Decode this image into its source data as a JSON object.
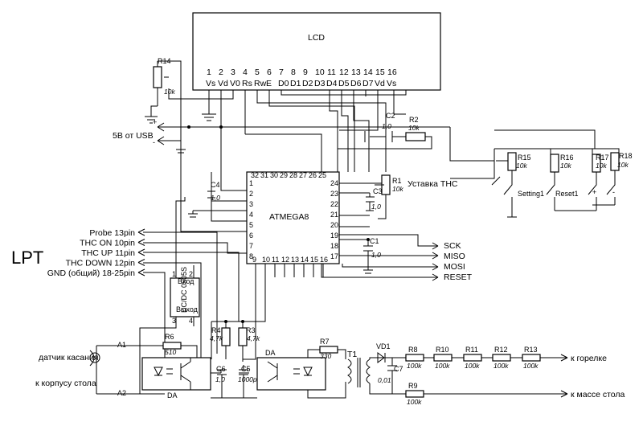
{
  "lcd": {
    "title": "LCD",
    "pin_numbers": [
      "1",
      "2",
      "3",
      "4",
      "5",
      "6",
      "7",
      "8",
      "9",
      "10",
      "11",
      "12",
      "13",
      "14",
      "15",
      "16"
    ],
    "pin_names": [
      "Vs",
      "Vd",
      "V0",
      "Rs",
      "Rw",
      "E",
      "D0",
      "D1",
      "D2",
      "D3",
      "D4",
      "D5",
      "D6",
      "D7",
      "Vd",
      "Vs"
    ]
  },
  "mcu": {
    "name": "ATMEGA8",
    "top_pins": [
      "32",
      "31",
      "30",
      "29",
      "28",
      "27",
      "26",
      "25"
    ],
    "left_pins": [
      "1",
      "2",
      "3",
      "4",
      "5",
      "6",
      "7",
      "8"
    ],
    "right_pins": [
      "24",
      "23",
      "22",
      "21",
      "20",
      "19",
      "18",
      "17"
    ],
    "bottom_pins": [
      "9",
      "10",
      "11",
      "12",
      "13",
      "14",
      "15",
      "16"
    ]
  },
  "power": {
    "usb_label": "5В от USB",
    "plus": "+",
    "minus": "-"
  },
  "components": {
    "r14": {
      "ref": "R14",
      "value": "10k"
    },
    "r2": {
      "ref": "R2",
      "value": "10k"
    },
    "c2": {
      "ref": "C2",
      "value": "1,0"
    },
    "r1": {
      "ref": "R1",
      "value": "10k",
      "label": "Уставка ТНС"
    },
    "c3": {
      "ref": "C3",
      "value": "1,0"
    },
    "c1": {
      "ref": "C1",
      "value": "1,0"
    },
    "c4": {
      "ref": "C4",
      "value": "1,0"
    },
    "r15": {
      "ref": "R15",
      "value": "10k"
    },
    "r16": {
      "ref": "R16",
      "value": "10k"
    },
    "r17": {
      "ref": "R17",
      "value": "10k"
    },
    "r18": {
      "ref": "R18",
      "value": "10k"
    },
    "r4": {
      "ref": "R4",
      "value": "4,7k"
    },
    "r3": {
      "ref": "R3",
      "value": "4,7k"
    },
    "r6": {
      "ref": "R6",
      "value": "510"
    },
    "r7": {
      "ref": "R7",
      "value": "330"
    },
    "c6": {
      "ref": "C6",
      "value": "1,0"
    },
    "c5": {
      "ref": "C5",
      "value": "1000p"
    },
    "c7": {
      "ref": "C7",
      "value": "0,01"
    },
    "vd1": {
      "ref": "VD1"
    },
    "t1": {
      "ref": "T1"
    },
    "r8": {
      "ref": "R8",
      "value": "100k"
    },
    "r10": {
      "ref": "R10",
      "value": "100k"
    },
    "r11": {
      "ref": "R11",
      "value": "100k"
    },
    "r12": {
      "ref": "R12",
      "value": "100k"
    },
    "r13": {
      "ref": "R13",
      "value": "100k"
    },
    "r9": {
      "ref": "R9",
      "value": "100k"
    }
  },
  "buttons": {
    "setting": "Setting1",
    "reset": "Reset1",
    "plus": "+",
    "minus": "-"
  },
  "programmer": {
    "sck": "SCK",
    "miso": "MISO",
    "mosi": "MOSI",
    "reset": "RESET"
  },
  "lpt": {
    "title": "LPT",
    "lines": [
      "Probe 13pin",
      "THC ON 10pin",
      "THC UP 11pin",
      "THC DOWN 12pin",
      "GND (общий) 18-25pin"
    ]
  },
  "dcdc": {
    "input": "Вход",
    "model": "DC/DC 0505S",
    "output": "Выход",
    "pin1": "1",
    "pin2": "2",
    "pin3": "3",
    "pin4": "4"
  },
  "optocouplers": {
    "left_label": "DA",
    "right_label": "DA"
  },
  "sensor": {
    "touch_label": "датчик касания",
    "body_label": "к корпусу стола",
    "a1": "А1",
    "a2": "А2"
  },
  "outputs": {
    "torch": "к горелке",
    "table": "к массе стола"
  }
}
